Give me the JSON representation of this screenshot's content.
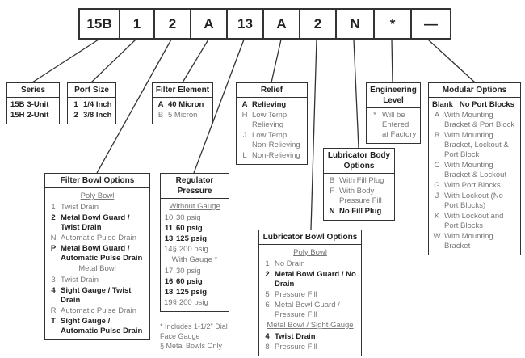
{
  "code_cells": [
    "15B",
    "1",
    "2",
    "A",
    "13",
    "A",
    "2",
    "N",
    "*",
    "—"
  ],
  "boxes": {
    "series": {
      "title": "Series",
      "items": [
        {
          "c": "15B",
          "t": "3-Unit",
          "b": true
        },
        {
          "c": "15H",
          "t": "2-Unit",
          "b": true
        }
      ]
    },
    "port_size": {
      "title": "Port Size",
      "items": [
        {
          "c": "1",
          "t": "1/4 Inch",
          "b": true
        },
        {
          "c": "2",
          "t": "3/8 Inch",
          "b": true
        }
      ]
    },
    "filter_element": {
      "title": "Filter Element",
      "items": [
        {
          "c": "A",
          "t": "40 Micron",
          "b": true
        },
        {
          "c": "B",
          "t": "5 Micron",
          "b": false
        }
      ]
    },
    "relief": {
      "title": "Relief",
      "items": [
        {
          "c": "A",
          "t": "Relieving",
          "b": true
        },
        {
          "c": "H",
          "t": "Low Temp. Relieving",
          "b": false
        },
        {
          "c": "J",
          "t": "Low Temp Non-Relieving",
          "b": false
        },
        {
          "c": "L",
          "t": "Non-Relieving",
          "b": false
        }
      ]
    },
    "engineering_level": {
      "title": "Engineering Level",
      "items": [
        {
          "c": "*",
          "t": "Will be Entered at Factory",
          "b": false
        }
      ]
    },
    "modular_options": {
      "title": "Modular Options",
      "items": [
        {
          "c": "Blank",
          "t": "No Port Blocks",
          "b": true
        },
        {
          "c": "A",
          "t": "With Mounting Bracket & Port Block",
          "b": false
        },
        {
          "c": "B",
          "t": "With Mounting Bracket, Lockout & Port Block",
          "b": false
        },
        {
          "c": "C",
          "t": "With Mounting Bracket & Lockout",
          "b": false
        },
        {
          "c": "G",
          "t": "With Port Blocks",
          "b": false
        },
        {
          "c": "J",
          "t": "With Lockout (No Port Blocks)",
          "b": false
        },
        {
          "c": "K",
          "t": "With Lockout and Port Blocks",
          "b": false
        },
        {
          "c": "W",
          "t": "With Mounting Bracket",
          "b": false
        }
      ]
    },
    "filter_bowl": {
      "title": "Filter Bowl Options",
      "items": [
        {
          "sub": "Poly Bowl"
        },
        {
          "c": "1",
          "t": "Twist Drain",
          "b": false
        },
        {
          "c": "2",
          "t": "Metal Bowl Guard / Twist Drain",
          "b": true
        },
        {
          "c": "N",
          "t": "Automatic Pulse Drain",
          "b": false
        },
        {
          "c": "P",
          "t": "Metal Bowl Guard / Automatic Pulse Drain",
          "b": true
        },
        {
          "sub": "Metal Bowl"
        },
        {
          "c": "3",
          "t": "Twist Drain",
          "b": false
        },
        {
          "c": "4",
          "t": "Sight Gauge / Twist Drain",
          "b": true
        },
        {
          "c": "R",
          "t": "Automatic Pulse Drain",
          "b": false
        },
        {
          "c": "T",
          "t": "Sight Gauge / Automatic Pulse Drain",
          "b": true
        }
      ]
    },
    "regulator_pressure": {
      "title": "Regulator Pressure",
      "items": [
        {
          "sub": "Without Gauge"
        },
        {
          "c": "10",
          "t": "30 psig",
          "b": false
        },
        {
          "c": "11",
          "t": "60 psig",
          "b": true
        },
        {
          "c": "13",
          "t": "125 psig",
          "b": true
        },
        {
          "c": "14§",
          "t": "200 psig",
          "b": false
        },
        {
          "sub": "With Gauge *"
        },
        {
          "c": "17",
          "t": "30 psig",
          "b": false
        },
        {
          "c": "16",
          "t": "60 psig",
          "b": true
        },
        {
          "c": "18",
          "t": "125 psig",
          "b": true
        },
        {
          "c": "19§",
          "t": "200 psig",
          "b": false
        }
      ]
    },
    "lubricator_body": {
      "title": "Lubricator Body Options",
      "items": [
        {
          "c": "B",
          "t": "With Fill Plug",
          "b": false
        },
        {
          "c": "F",
          "t": "With Body Pressure Fill",
          "b": false
        },
        {
          "c": "N",
          "t": "No Fill Plug",
          "b": true
        }
      ]
    },
    "lubricator_bowl": {
      "title": "Lubricator Bowl Options",
      "items": [
        {
          "sub": "Poly Bowl"
        },
        {
          "c": "1",
          "t": "No Drain",
          "b": false
        },
        {
          "c": "2",
          "t": "Metal Bowl Guard / No Drain",
          "b": true
        },
        {
          "c": "5",
          "t": "Pressure Fill",
          "b": false
        },
        {
          "c": "6",
          "t": "Metal Bowl Guard / Pressure Fill",
          "b": false
        },
        {
          "sub": "Metal Bowl / Sight Gauge"
        },
        {
          "c": "4",
          "t": "Twist Drain",
          "b": true
        },
        {
          "c": "8",
          "t": "Pressure Fill",
          "b": false
        }
      ]
    }
  },
  "notes": {
    "gauge_note": "* Includes 1-1/2\" Dial Face Gauge",
    "metal_note": "§ Metal Bowls Only"
  }
}
